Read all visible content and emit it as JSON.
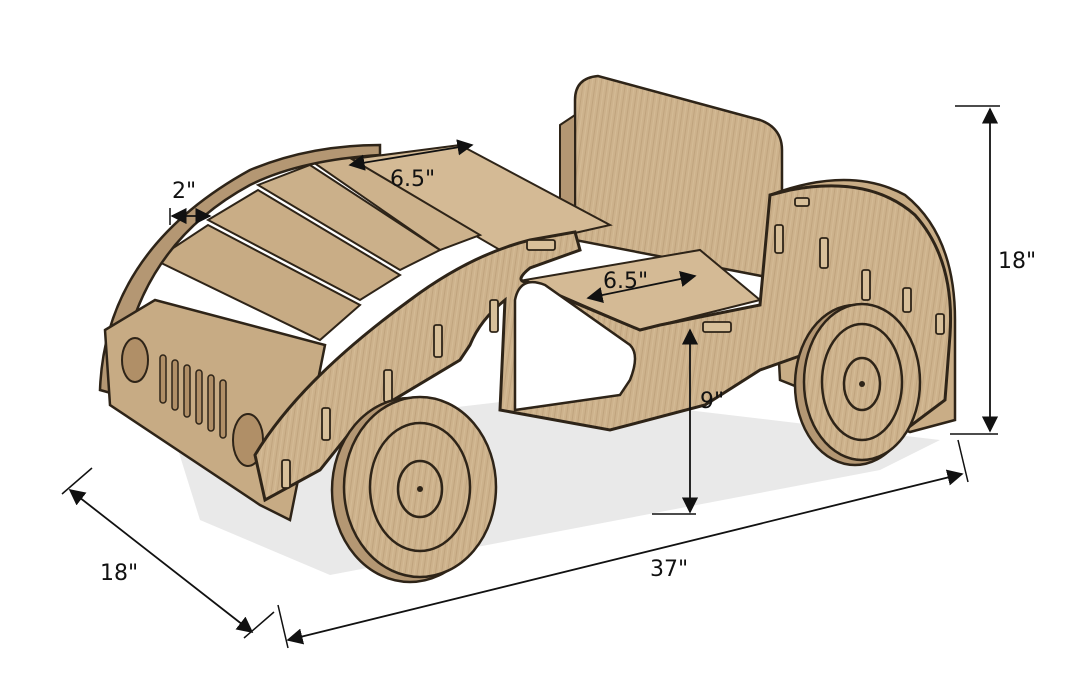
{
  "dimensions": {
    "width": "37\"",
    "depth": "18\"",
    "height": "18\"",
    "seat_height": "9\"",
    "compartment_spacing": "2\"",
    "top_shelf_depth": "6.5\"",
    "seat_depth": "6.5\""
  },
  "colors": {
    "wood": "#cdb28c",
    "wood_dark": "#b49773",
    "wood_light": "#dcc5a2",
    "edge": "#2e2418",
    "shadow": "#e6e6e6",
    "line": "#111111"
  }
}
